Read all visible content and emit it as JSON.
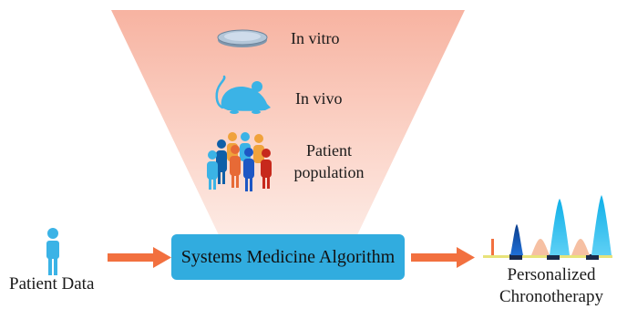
{
  "funnel": {
    "items": [
      {
        "label": "In vitro",
        "icon": "petri-dish-icon"
      },
      {
        "label": "In vivo",
        "icon": "mouse-icon"
      },
      {
        "label": "Patient population",
        "lines": [
          "Patient",
          "population"
        ],
        "icon": "people-group-icon"
      }
    ],
    "gradient_top": "#f7b9a8",
    "gradient_bottom": "#fde9e3"
  },
  "patient": {
    "label": "Patient Data",
    "icon": "person-icon",
    "color": "#3bb3e6"
  },
  "algorithm": {
    "label": "Systems Medicine Algorithm",
    "color": "#31acdf"
  },
  "output": {
    "label_lines": [
      "Personalized",
      "Chronotherapy"
    ],
    "icon": "dosing-schedule-chart-icon"
  },
  "arrows": {
    "color": "#f2703f"
  }
}
